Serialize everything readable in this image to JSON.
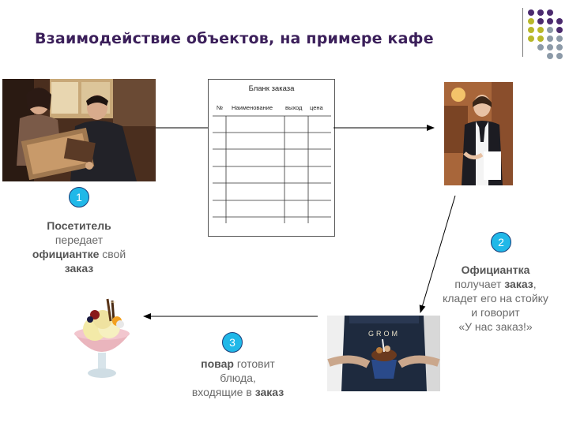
{
  "slide": {
    "title": "Взаимодействие объектов,  на примере кафе"
  },
  "order_form": {
    "title": "Бланк заказа",
    "columns": [
      "№",
      "Наименование",
      "выход",
      "цена"
    ],
    "empty_rows": 6
  },
  "steps": [
    {
      "number": "1",
      "parts": [
        {
          "t": "Посетитель",
          "b": true
        },
        {
          "t": "передает",
          "b": false
        },
        {
          "t": "официантке",
          "b": true
        },
        {
          "t": " свой",
          "b": false
        },
        {
          "t": "заказ",
          "b": true
        }
      ]
    },
    {
      "number": "2",
      "parts": [
        {
          "t": "Официантка",
          "b": true
        },
        {
          "t": "получает ",
          "b": false
        },
        {
          "t": "заказ",
          "b": true
        },
        {
          "t": ",",
          "b": false
        },
        {
          "t": "кладет его на стойку",
          "b": false
        },
        {
          "t": "и говорит",
          "b": false
        },
        {
          "t": "«У нас заказ!»",
          "b": false
        }
      ]
    },
    {
      "number": "3",
      "parts": [
        {
          "t": "повар",
          "b": true
        },
        {
          "t": " готовит",
          "b": false
        },
        {
          "t": "блюда,",
          "b": false
        },
        {
          "t": "входящие в ",
          "b": false
        },
        {
          "t": "заказ",
          "b": true
        }
      ]
    }
  ],
  "images": {
    "cup_print": "GROM"
  },
  "colors": {
    "title": "#3b1f5a",
    "badge_fill": "#20b8e8",
    "badge_border": "#1a3e7a",
    "dots_purple": "#4b2a6e",
    "dots_olive": "#b8b82a",
    "dots_gray": "#8c9aa8"
  }
}
